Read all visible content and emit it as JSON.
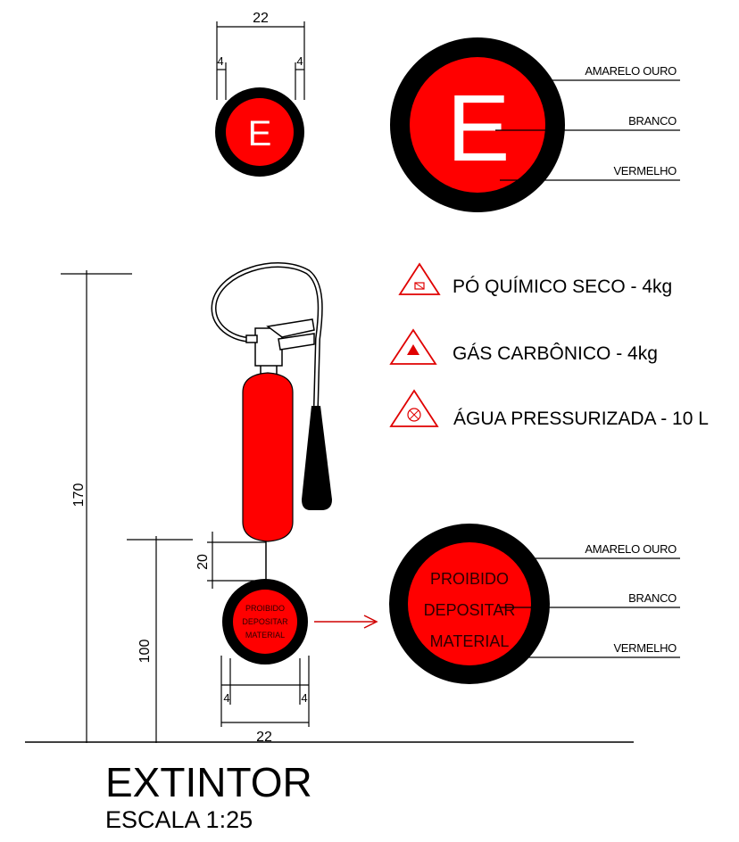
{
  "colors": {
    "sign_red": "#ff0000",
    "sign_black": "#000000",
    "letter_white": "#ffffff",
    "extinguisher_red": "#ff0000",
    "arrow_red": "#d00000",
    "hazard_red": "#e00000"
  },
  "top_sign": {
    "letter": "E",
    "dim_total": "22",
    "dim_left": "4",
    "dim_right": "4",
    "callouts": [
      "AMARELO OURO",
      "BRANCO",
      "VERMELHO"
    ]
  },
  "legend": [
    {
      "icon": "powder-hazard-icon",
      "label": "PÓ QUÍMICO SECO - 4kg"
    },
    {
      "icon": "co2-hazard-icon",
      "label": "GÁS CARBÔNICO - 4kg"
    },
    {
      "icon": "water-hazard-icon",
      "label": "ÁGUA PRESSURIZADA  - 10 L"
    }
  ],
  "bottom_sign": {
    "lines": [
      "PROIBIDO",
      "DEPOSITAR",
      "MATERIAL"
    ],
    "dim_total": "22",
    "dim_left": "4",
    "dim_right": "4",
    "dim_gap": "20",
    "callouts": [
      "AMARELO OURO",
      "BRANCO",
      "VERMELHO"
    ]
  },
  "heights": {
    "total": "170",
    "sign": "100"
  },
  "title": "EXTINTOR",
  "subtitle": "ESCALA 1:25"
}
